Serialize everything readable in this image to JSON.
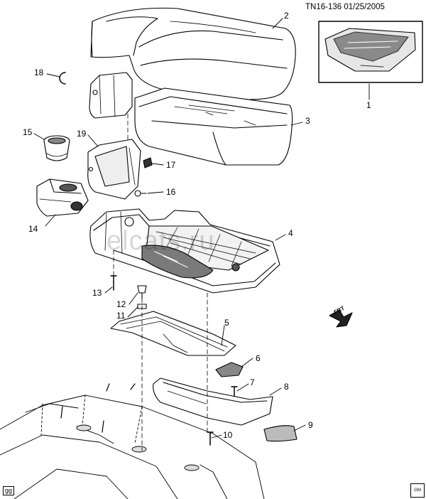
{
  "header": {
    "code": "TN16-136",
    "date": "01/25/2005"
  },
  "watermark": "elcats.ru",
  "corner_tag": "gg",
  "frt_label": "FRT",
  "badge_text": "GM",
  "callouts": [
    {
      "id": "1",
      "text": "1"
    },
    {
      "id": "2",
      "text": "2"
    },
    {
      "id": "3",
      "text": "3"
    },
    {
      "id": "4",
      "text": "4"
    },
    {
      "id": "5",
      "text": "5"
    },
    {
      "id": "6",
      "text": "6"
    },
    {
      "id": "7",
      "text": "7"
    },
    {
      "id": "8",
      "text": "8"
    },
    {
      "id": "9",
      "text": "9"
    },
    {
      "id": "10",
      "text": "10"
    },
    {
      "id": "11",
      "text": "11"
    },
    {
      "id": "12",
      "text": "12"
    },
    {
      "id": "13",
      "text": "13"
    },
    {
      "id": "14",
      "text": "14"
    },
    {
      "id": "15",
      "text": "15"
    },
    {
      "id": "16",
      "text": "16"
    },
    {
      "id": "17",
      "text": "17"
    },
    {
      "id": "18",
      "text": "18"
    },
    {
      "id": "19",
      "text": "19"
    }
  ],
  "colors": {
    "line": "#000000",
    "shade": "#bdbdbd",
    "dark": "#6e6e6e"
  }
}
